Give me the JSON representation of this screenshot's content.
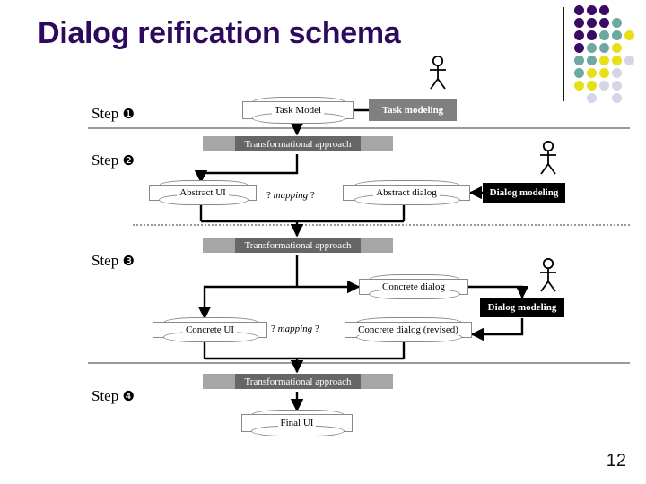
{
  "slide": {
    "title": "Dialog reification schema",
    "title_color": "#2d0a5e",
    "page_number": "12",
    "background": "#ffffff"
  },
  "decor": {
    "name": "dot-grid",
    "colors": {
      "purple": "#3b0a66",
      "teal": "#6fa8a0",
      "yellow": "#e8e016",
      "lavender": "#d5d5e8"
    },
    "dots": [
      {
        "col": 0,
        "row": 0,
        "color": "#3b0a66"
      },
      {
        "col": 1,
        "row": 0,
        "color": "#3b0a66"
      },
      {
        "col": 2,
        "row": 0,
        "color": "#3b0a66"
      },
      {
        "col": 0,
        "row": 1,
        "color": "#3b0a66"
      },
      {
        "col": 1,
        "row": 1,
        "color": "#3b0a66"
      },
      {
        "col": 2,
        "row": 1,
        "color": "#3b0a66"
      },
      {
        "col": 3,
        "row": 1,
        "color": "#6fa8a0"
      },
      {
        "col": 0,
        "row": 2,
        "color": "#3b0a66"
      },
      {
        "col": 1,
        "row": 2,
        "color": "#3b0a66"
      },
      {
        "col": 2,
        "row": 2,
        "color": "#6fa8a0"
      },
      {
        "col": 3,
        "row": 2,
        "color": "#6fa8a0"
      },
      {
        "col": 4,
        "row": 2,
        "color": "#e8e016"
      },
      {
        "col": 0,
        "row": 3,
        "color": "#3b0a66"
      },
      {
        "col": 1,
        "row": 3,
        "color": "#6fa8a0"
      },
      {
        "col": 2,
        "row": 3,
        "color": "#6fa8a0"
      },
      {
        "col": 3,
        "row": 3,
        "color": "#e8e016"
      },
      {
        "col": 0,
        "row": 4,
        "color": "#6fa8a0"
      },
      {
        "col": 1,
        "row": 4,
        "color": "#6fa8a0"
      },
      {
        "col": 2,
        "row": 4,
        "color": "#e8e016"
      },
      {
        "col": 3,
        "row": 4,
        "color": "#e8e016"
      },
      {
        "col": 4,
        "row": 4,
        "color": "#d5d5e8"
      },
      {
        "col": 0,
        "row": 5,
        "color": "#6fa8a0"
      },
      {
        "col": 1,
        "row": 5,
        "color": "#e8e016"
      },
      {
        "col": 2,
        "row": 5,
        "color": "#e8e016"
      },
      {
        "col": 3,
        "row": 5,
        "color": "#d5d5e8"
      },
      {
        "col": 0,
        "row": 6,
        "color": "#e8e016"
      },
      {
        "col": 1,
        "row": 6,
        "color": "#e8e016"
      },
      {
        "col": 2,
        "row": 6,
        "color": "#d5d5e8"
      },
      {
        "col": 3,
        "row": 6,
        "color": "#d5d5e8"
      },
      {
        "col": 1,
        "row": 7,
        "color": "#d5d5e8"
      },
      {
        "col": 3,
        "row": 7,
        "color": "#d5d5e8"
      }
    ]
  },
  "steps": [
    {
      "id": "step-1",
      "label": "Step",
      "marker": "❶"
    },
    {
      "id": "step-2",
      "label": "Step",
      "marker": "❷"
    },
    {
      "id": "step-3",
      "label": "Step",
      "marker": "❸"
    },
    {
      "id": "step-4",
      "label": "Step",
      "marker": "❹"
    }
  ],
  "transform_bars": [
    {
      "id": "tbar-1",
      "label": "Transformational approach"
    },
    {
      "id": "tbar-2",
      "label": "Transformational approach"
    },
    {
      "id": "tbar-3",
      "label": "Transformational approach"
    }
  ],
  "artifacts": [
    {
      "id": "task-model",
      "label": "Task Model"
    },
    {
      "id": "abstract-ui",
      "label": "Abstract UI"
    },
    {
      "id": "abstract-dialog",
      "label": "Abstract dialog"
    },
    {
      "id": "concrete-dialog",
      "label": "Concrete dialog"
    },
    {
      "id": "concrete-ui",
      "label": "Concrete UI"
    },
    {
      "id": "concrete-dialog-revised",
      "label": "Concrete dialog (revised)"
    },
    {
      "id": "final-ui",
      "label": "Final UI"
    }
  ],
  "activities": [
    {
      "id": "task-modeling",
      "label": "Task modeling",
      "style": "gray"
    },
    {
      "id": "dialog-modeling-1",
      "label": "Dialog modeling",
      "style": "black"
    },
    {
      "id": "dialog-modeling-2",
      "label": "Dialog modeling",
      "style": "black"
    }
  ],
  "mappings": [
    {
      "id": "mapping-1",
      "prefix": "?",
      "label": "mapping",
      "suffix": "?"
    },
    {
      "id": "mapping-2",
      "prefix": "?",
      "label": "mapping",
      "suffix": "?"
    }
  ],
  "actors": [
    {
      "id": "actor-1"
    },
    {
      "id": "actor-2"
    },
    {
      "id": "actor-3"
    }
  ]
}
